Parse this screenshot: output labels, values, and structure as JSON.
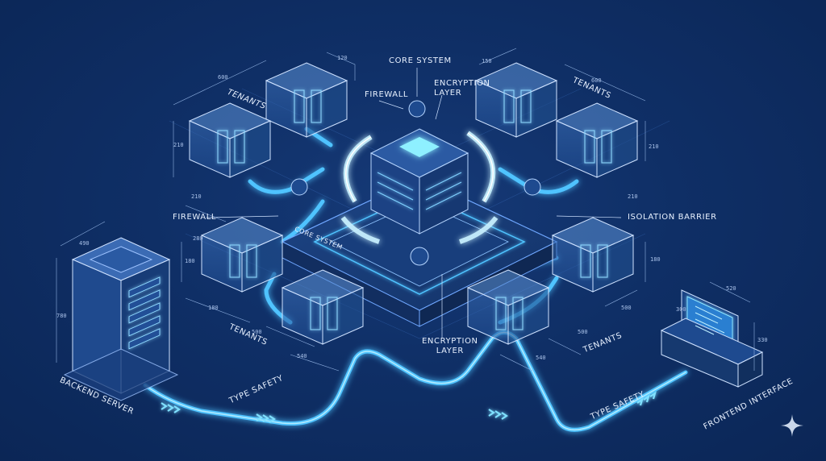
{
  "labels": {
    "core_system_top": "CORE SYSTEM",
    "firewall_top": "FIREWALL",
    "encryption_top": "ENCRYPTION\nLAYER",
    "tenants_top_left": "TENANTS",
    "tenants_top_right": "TENANTS",
    "firewall_left": "FIREWALL",
    "isolation_barrier": "ISOLATION BARRIER",
    "core_system_base": "CORE SYSTEM",
    "encryption_bottom": "ENCRYPTION\nLAYER",
    "tenants_bottom_left": "TENANTS",
    "tenants_bottom_right": "TENANTS",
    "backend_server": "BACKEND SERVER",
    "type_safety_left": "TYPE SAFETY",
    "type_safety_right": "TYPE SAFETY",
    "frontend_interface": "FRONTEND INTERFACE"
  },
  "dimensions": {
    "d1": "600",
    "d2": "120",
    "d3": "150",
    "d4": "600",
    "d5": "210",
    "d6": "210",
    "d7": "210",
    "d8": "210",
    "d9": "180",
    "d10": "280",
    "d11": "490",
    "d12": "180",
    "d13": "780",
    "d14": "180",
    "d15": "500",
    "d16": "540",
    "d17": "540",
    "d18": "500",
    "d19": "500",
    "d20": "520",
    "d21": "330",
    "d22": "300"
  },
  "colors": {
    "background": "#0f2f66",
    "line": "#9ec3ff",
    "glow": "#4fc3ff",
    "accent": "#6fe3ff"
  },
  "icons": {
    "corner": "sparkle-icon"
  }
}
